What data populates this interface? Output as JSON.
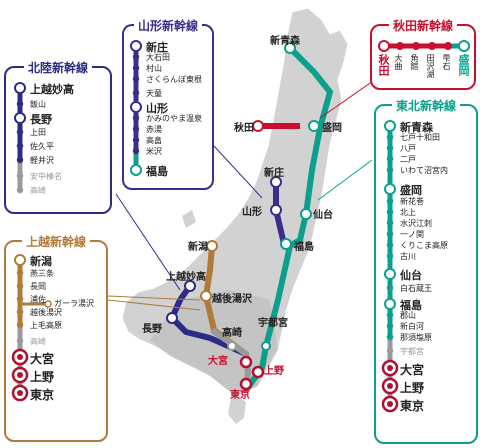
{
  "colors": {
    "hokuriku": "#2c2c86",
    "yamagata": "#3b2d8a",
    "akita": "#c8102e",
    "tohoku": "#0aa08d",
    "joetsu": "#b07a3b",
    "shared": "#9a9a9a",
    "hub": "#b01030",
    "land": "#cfcfcf"
  },
  "panels": {
    "hokuriku": {
      "title": "北陸新幹線",
      "stations": [
        {
          "name": "上越妙高",
          "type": "major"
        },
        {
          "name": "飯山",
          "type": "minor"
        },
        {
          "name": "長野",
          "type": "major"
        },
        {
          "name": "上田",
          "type": "minor"
        },
        {
          "name": "佐久平",
          "type": "minor"
        },
        {
          "name": "軽井沢",
          "type": "minor"
        },
        {
          "name": "安中榛名",
          "type": "grey"
        },
        {
          "name": "高崎",
          "type": "grey"
        }
      ]
    },
    "yamagata": {
      "title": "山形新幹線",
      "stations": [
        {
          "name": "新庄",
          "type": "major"
        },
        {
          "name": "大石田",
          "type": "minor"
        },
        {
          "name": "村山",
          "type": "minor"
        },
        {
          "name": "さくらんぼ東根",
          "type": "minor"
        },
        {
          "name": "天童",
          "type": "minor"
        },
        {
          "name": "山形",
          "type": "major"
        },
        {
          "name": "かみのやま温泉",
          "type": "minor"
        },
        {
          "name": "赤湯",
          "type": "minor"
        },
        {
          "name": "高畠",
          "type": "minor"
        },
        {
          "name": "米沢",
          "type": "minor"
        },
        {
          "name": "福島",
          "type": "teal"
        }
      ]
    },
    "akita": {
      "title": "秋田新幹線",
      "stations": [
        {
          "name": "秋田",
          "type": "major"
        },
        {
          "name": "大曲",
          "type": "minor"
        },
        {
          "name": "角館",
          "type": "minor"
        },
        {
          "name": "田沢湖",
          "type": "minor"
        },
        {
          "name": "雫石",
          "type": "minor"
        },
        {
          "name": "盛岡",
          "type": "teal"
        }
      ]
    },
    "tohoku": {
      "title": "東北新幹線",
      "stations": [
        {
          "name": "新青森",
          "type": "major"
        },
        {
          "name": "七戸十和田",
          "type": "minor"
        },
        {
          "name": "八戸",
          "type": "minor"
        },
        {
          "name": "二戸",
          "type": "minor"
        },
        {
          "name": "いわて沼宮内",
          "type": "minor"
        },
        {
          "name": "盛岡",
          "type": "major"
        },
        {
          "name": "新花巻",
          "type": "minor"
        },
        {
          "name": "北上",
          "type": "minor"
        },
        {
          "name": "水沢江刺",
          "type": "minor"
        },
        {
          "name": "一ノ関",
          "type": "minor"
        },
        {
          "name": "くりこま高原",
          "type": "minor"
        },
        {
          "name": "古川",
          "type": "minor"
        },
        {
          "name": "仙台",
          "type": "major"
        },
        {
          "name": "白石蔵王",
          "type": "minor"
        },
        {
          "name": "福島",
          "type": "major"
        },
        {
          "name": "郡山",
          "type": "minor"
        },
        {
          "name": "新白河",
          "type": "minor"
        },
        {
          "name": "那須塩原",
          "type": "minor"
        },
        {
          "name": "宇都宮",
          "type": "grey"
        },
        {
          "name": "大宮",
          "type": "hub"
        },
        {
          "name": "上野",
          "type": "hub"
        },
        {
          "name": "東京",
          "type": "hub"
        }
      ]
    },
    "joetsu": {
      "title": "上越新幹線",
      "stations": [
        {
          "name": "新潟",
          "type": "major"
        },
        {
          "name": "燕三条",
          "type": "minor"
        },
        {
          "name": "長岡",
          "type": "minor"
        },
        {
          "name": "浦佐",
          "type": "minor"
        },
        {
          "name": "越後湯沢",
          "type": "minor"
        },
        {
          "name": "上毛高原",
          "type": "minor"
        },
        {
          "name": "高崎",
          "type": "grey"
        },
        {
          "name": "大宮",
          "type": "hub"
        },
        {
          "name": "上野",
          "type": "hub"
        },
        {
          "name": "東京",
          "type": "hub"
        }
      ],
      "branch": "ガーラ湯沢"
    }
  },
  "map_labels": {
    "shin_aomori": "新青森",
    "akita": "秋田",
    "morioka": "盛岡",
    "shinjo": "新庄",
    "yamagata": "山形",
    "sendai": "仙台",
    "fukushima": "福島",
    "niigata": "新潟",
    "joetsumyoko": "上越妙高",
    "echigoyuzawa": "越後湯沢",
    "nagano": "長野",
    "takasaki": "高崎",
    "utsunomiya": "宇都宮",
    "omiya": "大宮",
    "ueno": "上野",
    "tokyo": "東京"
  }
}
